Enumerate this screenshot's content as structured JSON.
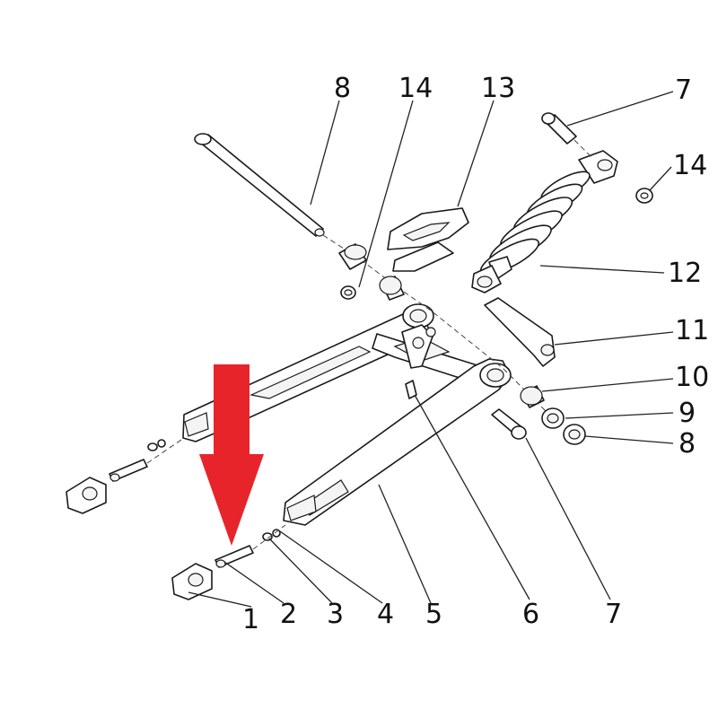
{
  "diagram": {
    "callouts": [
      {
        "id": "c8-top",
        "text": "8"
      },
      {
        "id": "c14-top",
        "text": "14"
      },
      {
        "id": "c13",
        "text": "13"
      },
      {
        "id": "c7-top",
        "text": "7"
      },
      {
        "id": "c14-right",
        "text": "14"
      },
      {
        "id": "c12",
        "text": "12"
      },
      {
        "id": "c11",
        "text": "11"
      },
      {
        "id": "c10",
        "text": "10"
      },
      {
        "id": "c9",
        "text": "9"
      },
      {
        "id": "c8-right",
        "text": "8"
      },
      {
        "id": "c1",
        "text": "1"
      },
      {
        "id": "c2",
        "text": "2"
      },
      {
        "id": "c3",
        "text": "3"
      },
      {
        "id": "c4",
        "text": "4"
      },
      {
        "id": "c5",
        "text": "5"
      },
      {
        "id": "c6",
        "text": "6"
      },
      {
        "id": "c7-bottom",
        "text": "7"
      }
    ],
    "arrow_color": "#e8242b"
  }
}
